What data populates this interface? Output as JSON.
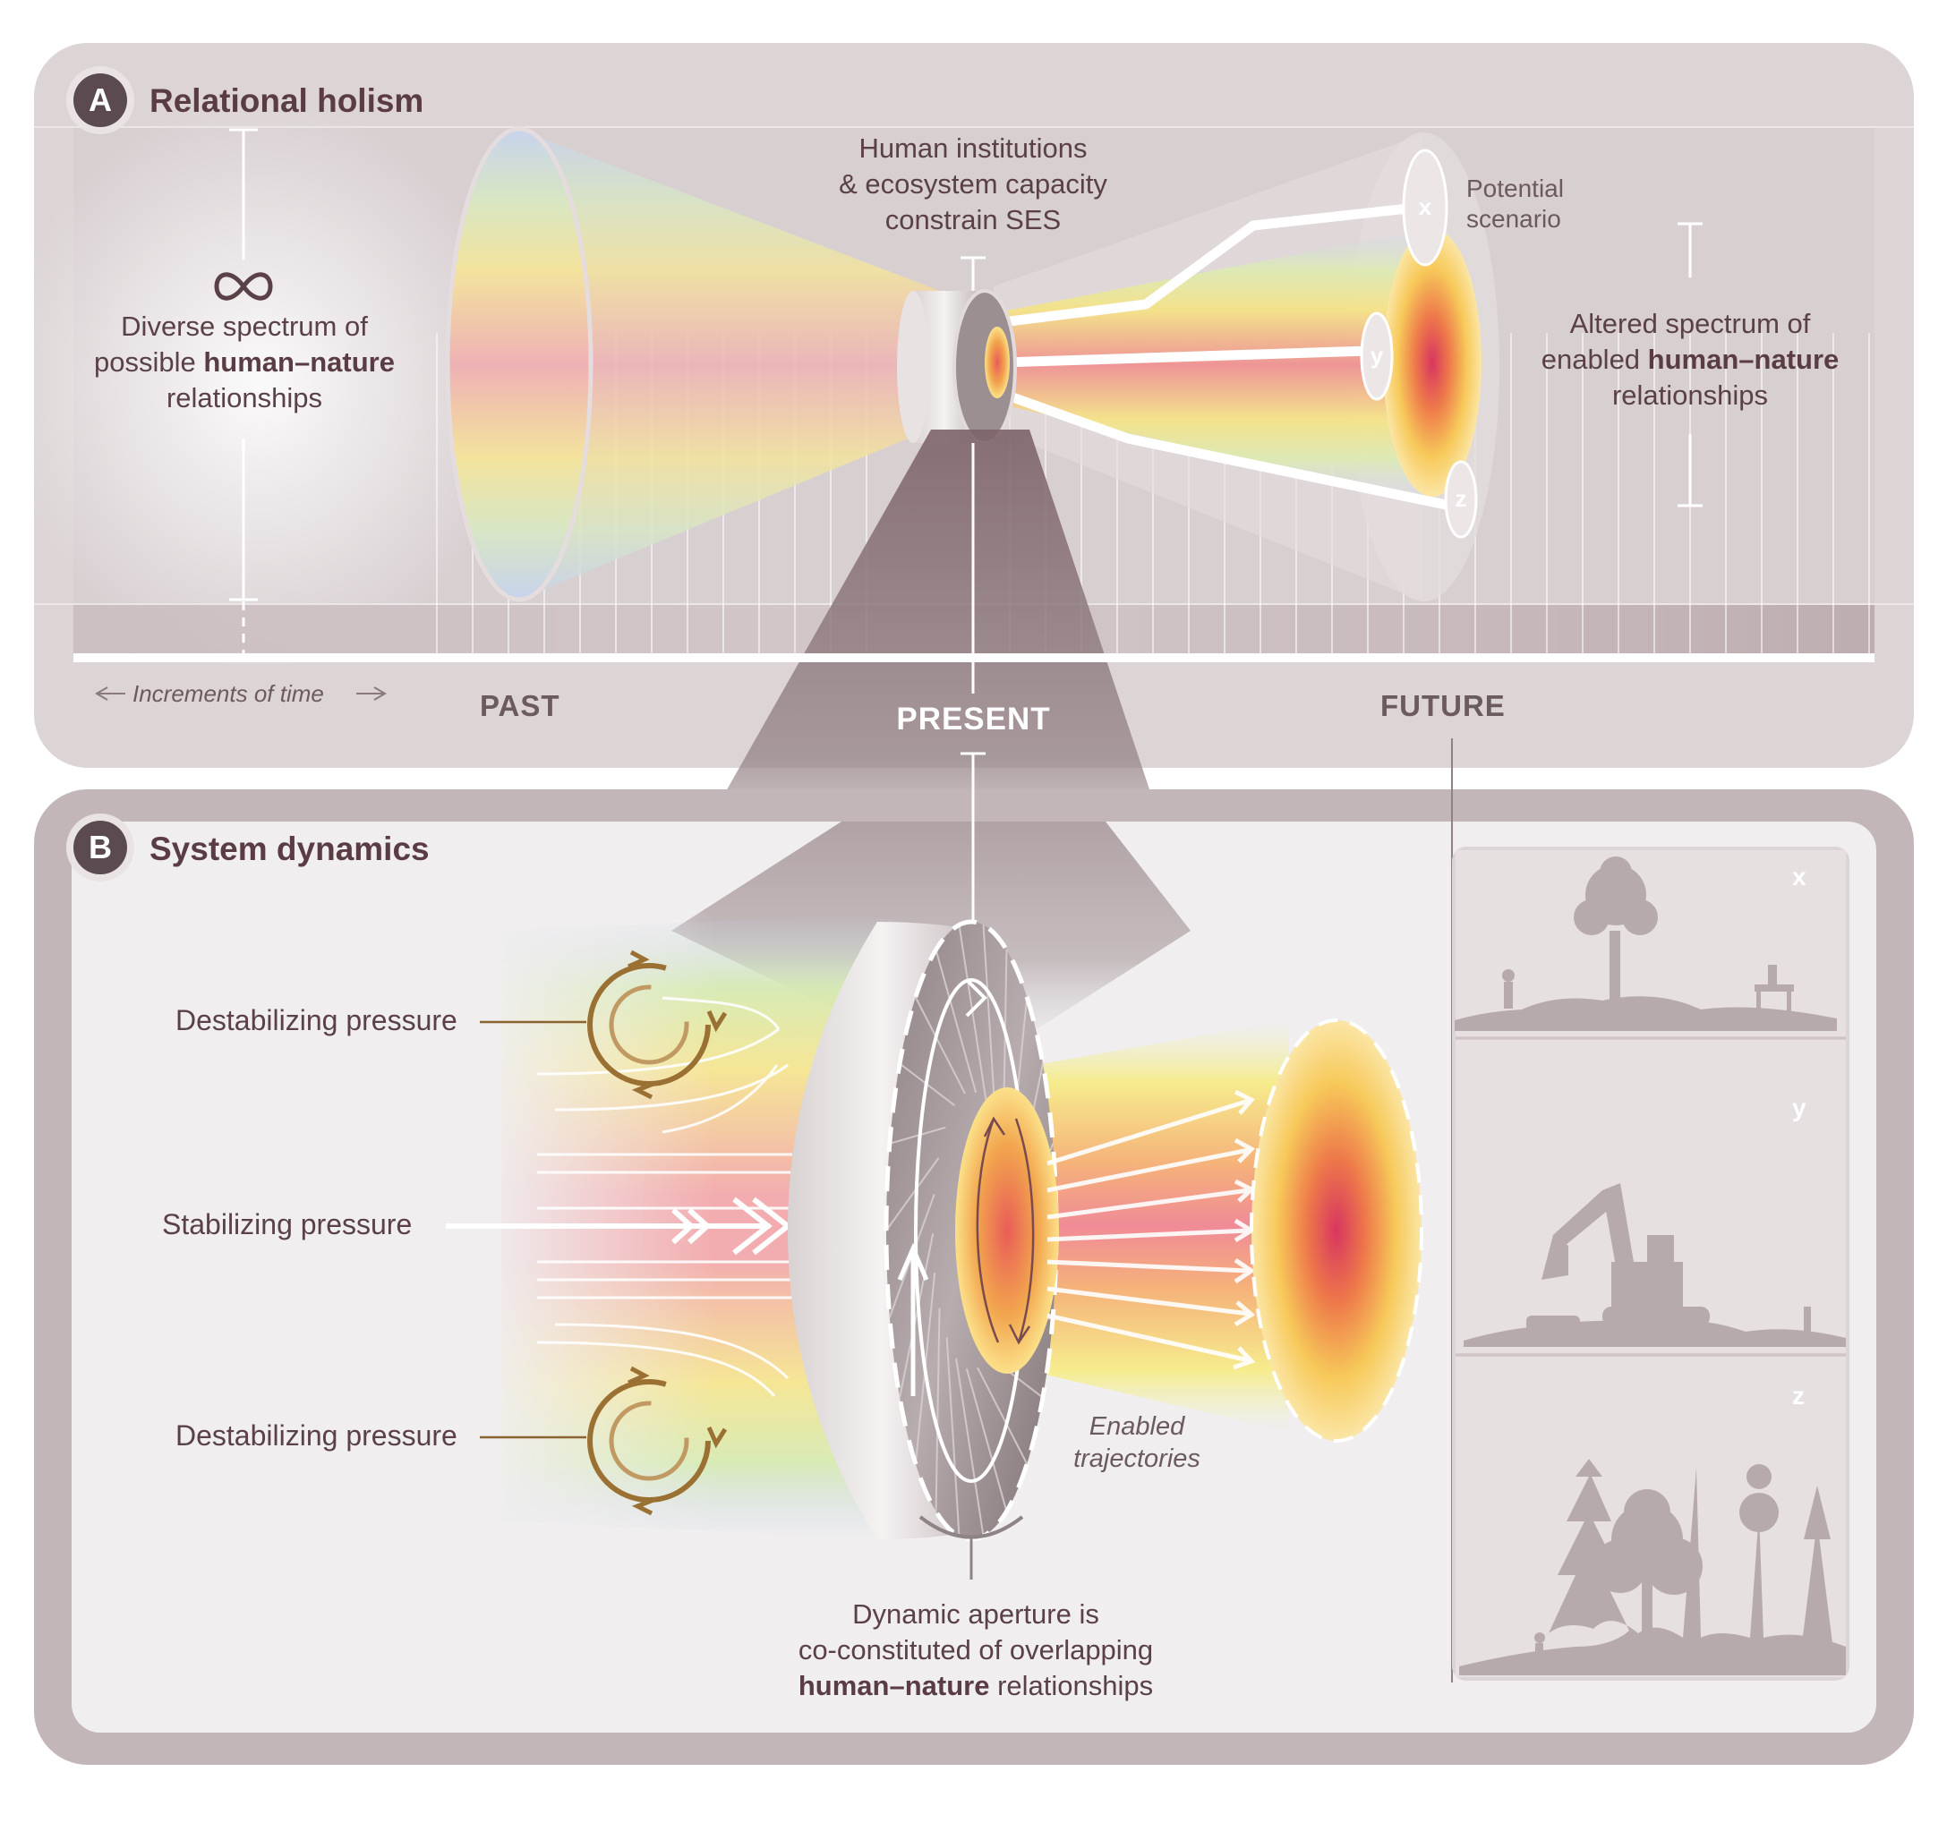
{
  "panel_a": {
    "badge": "A",
    "title": "Relational holism",
    "left_label": {
      "line1": "Diverse spectrum of",
      "line2_pre": "possible ",
      "line2_bold": "human–nature",
      "line3": "relationships"
    },
    "center_label": {
      "line1": "Human institutions",
      "line2": "& ecosystem capacity",
      "line3": "constrain SES"
    },
    "scenario_label": {
      "line1": "Potential",
      "line2": "scenario"
    },
    "right_label": {
      "line1": "Altered spectrum of",
      "line2_pre": "enabled ",
      "line2_bold": "human–nature",
      "line3": "relationships"
    },
    "increments": "Increments of time",
    "past": "PAST",
    "present": "PRESENT",
    "future": "FUTURE",
    "scenarios": [
      "x",
      "y",
      "z"
    ]
  },
  "panel_b": {
    "badge": "B",
    "title": "System dynamics",
    "destabilizing_top": "Destabilizing pressure",
    "stabilizing": "Stabilizing pressure",
    "destabilizing_bottom": "Destabilizing pressure",
    "enabled": {
      "line1": "Enabled",
      "line2": "trajectories"
    },
    "aperture": {
      "line1": "Dynamic aperture is",
      "line2": "co-constituted of overlapping",
      "line3_bold": "human–nature",
      "line3_post": " relationships"
    },
    "scenario_panels": [
      "x",
      "y",
      "z"
    ]
  },
  "colors": {
    "panel_a_bg": "#dcd4d5",
    "panel_b_border": "#c3b6b8",
    "panel_b_bg": "#f0eeef",
    "badge": "#5b4b50",
    "text": "#5a4148",
    "brown_arrow": "#8a6330",
    "silhouette": "#b7aaac"
  },
  "icons": {
    "infinity": "infinity-icon",
    "feedback_loop": "feedback-loop-icon",
    "chevron_arrows": "double-chevron-icon"
  }
}
